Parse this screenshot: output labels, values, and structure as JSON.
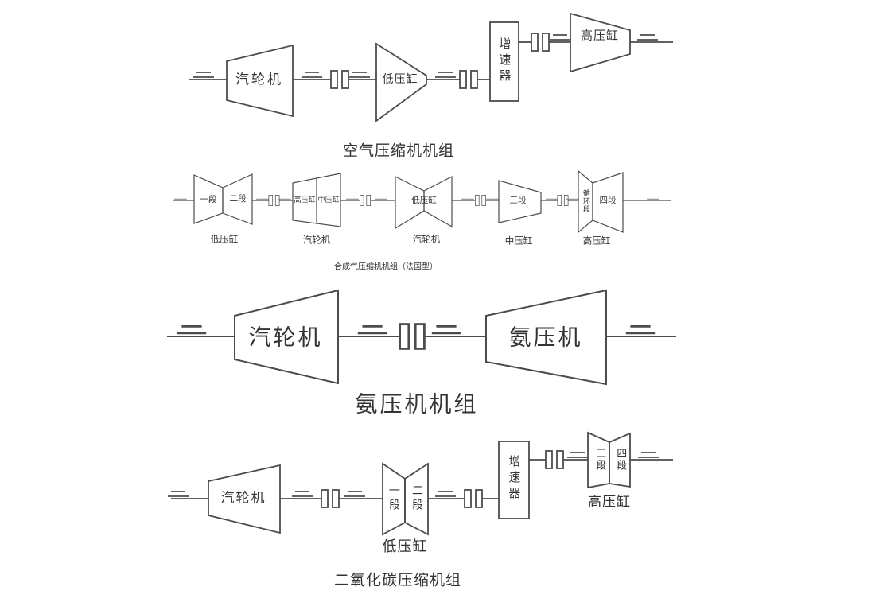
{
  "colors": {
    "background": "#ffffff",
    "line": "#4c4c4c",
    "text": "#333333"
  },
  "units": {
    "air": {
      "caption": "空气压缩机机组",
      "turbine": "汽轮机",
      "lp_cylinder": "低压缸",
      "gearbox": "增速器",
      "hp_cylinder": "高压缸"
    },
    "syngas": {
      "caption": "合成气压缩机机组（法国型）",
      "body1": {
        "stage1": "一段",
        "stage2": "二段",
        "label": "低压缸"
      },
      "body2": {
        "left": "高压缸",
        "right": "中压缸",
        "label": "汽轮机"
      },
      "body3": {
        "inner": "低压缸",
        "label": "汽轮机"
      },
      "body4": {
        "inner": "三段",
        "label": "中压缸"
      },
      "body5": {
        "left": "循环段",
        "right": "四段",
        "label": "高压缸"
      }
    },
    "ammonia": {
      "caption": "氨压机机组",
      "turbine": "汽轮机",
      "compressor": "氨压机"
    },
    "co2": {
      "caption": "二氧化碳压缩机组",
      "turbine": "汽轮机",
      "lp": {
        "stage1": "一段",
        "stage2": "二段",
        "label": "低压缸"
      },
      "gearbox": "增速器",
      "hp": {
        "stage3": "三段",
        "stage4": "四段",
        "label": "高压缸"
      }
    }
  }
}
